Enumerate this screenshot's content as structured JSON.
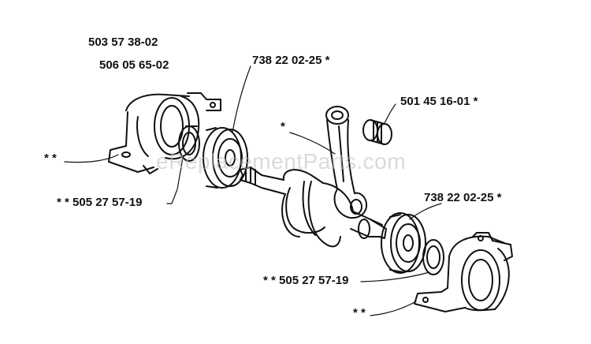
{
  "labels": {
    "housing_part_a": "503 57 38-02",
    "housing_part_b": "506 05 65-02",
    "bearing_top": "738 22 02-25  *",
    "needle_bearing": "501 45 16-01  *",
    "conrod_star": "*",
    "left_star": "* *",
    "seal_left": "* *  505 27 57-19",
    "bearing_right": "738 22 02-25  *",
    "seal_right": "* *  505 27 57-19",
    "right_star": "* *"
  },
  "watermark": "eReplacementParts.com",
  "colors": {
    "ink": "#111111",
    "watermark": "#bdbdbd"
  }
}
